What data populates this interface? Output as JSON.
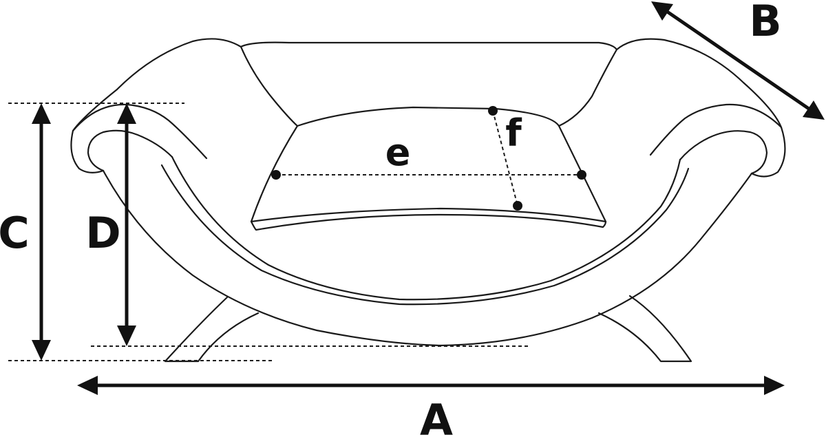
{
  "labels": {
    "A": "A",
    "B": "B",
    "C": "C",
    "D": "D",
    "e": "e",
    "f": "f"
  },
  "colors": {
    "line": "#1a1a1a",
    "background": "#ffffff"
  }
}
